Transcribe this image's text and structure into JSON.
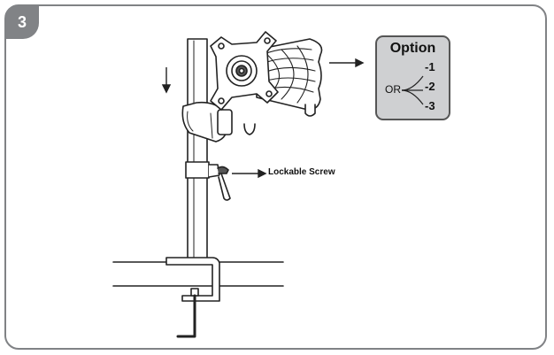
{
  "step": {
    "number": "3"
  },
  "callout": {
    "label": "Lockable Screw"
  },
  "option_box": {
    "title": "Option",
    "or_label": "OR",
    "choices": [
      "-1",
      "-2",
      "-3"
    ]
  },
  "colors": {
    "frame": "#808285",
    "badge": "#818386",
    "option_fill": "#cfd0d2",
    "line": "#222222"
  },
  "icons": [
    "down-arrow-icon",
    "right-arrow-icon",
    "callout-arrow-icon",
    "branch-fork-icon"
  ]
}
